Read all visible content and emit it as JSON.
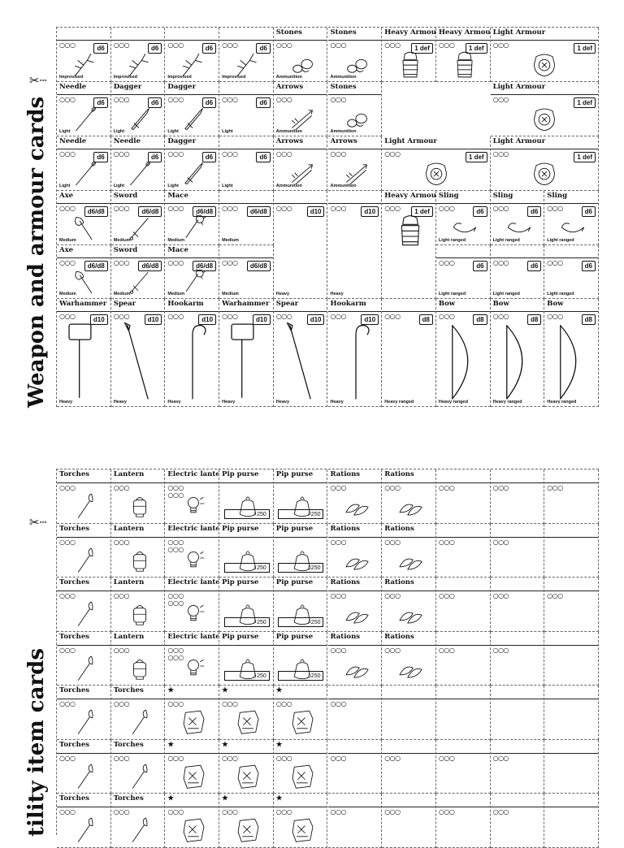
{
  "sections": {
    "weapons_title": "Weapon and armour cards",
    "items_title": "tility item cards"
  },
  "cut_icon": "scissors-icon",
  "weapon_cards": [
    {
      "id": "w0",
      "name": "",
      "slots": "○○○",
      "badge": "d6",
      "tag": "Improvised",
      "icon": "branch"
    },
    {
      "id": "w1",
      "name": "",
      "slots": "○○○",
      "badge": "d6",
      "tag": "Improvised",
      "icon": "branch"
    },
    {
      "id": "w2",
      "name": "",
      "slots": "○○○",
      "badge": "d6",
      "tag": "Improvised",
      "icon": "branch"
    },
    {
      "id": "w3",
      "name": "",
      "slots": "○○○",
      "badge": "d6",
      "tag": "Improvised",
      "icon": "branch"
    },
    {
      "id": "w4",
      "name": "Stones",
      "slots": "○○○",
      "badge": "",
      "tag": "Ammunition",
      "icon": "stones"
    },
    {
      "id": "w5",
      "name": "Stones",
      "slots": "○○○",
      "badge": "",
      "tag": "Ammunition",
      "icon": "stones"
    },
    {
      "id": "w6",
      "name": "Heavy Armour",
      "slots": "○○○",
      "badge": "1 def",
      "tag": "",
      "icon": "heavy-armour"
    },
    {
      "id": "w7",
      "name": "Heavy Armour",
      "slots": "○○○",
      "badge": "1 def",
      "tag": "",
      "icon": "heavy-armour"
    },
    {
      "id": "w8",
      "name": "Light Armour",
      "slots": "○○○",
      "badge": "1 def",
      "tag": "",
      "icon": "light-armour"
    },
    {
      "id": "w9",
      "name": "Needle",
      "slots": "○○○",
      "badge": "d6",
      "tag": "Light",
      "icon": "needle"
    },
    {
      "id": "w10",
      "name": "Dagger",
      "slots": "○○○",
      "badge": "d6",
      "tag": "Light",
      "icon": "dagger"
    },
    {
      "id": "w11",
      "name": "Dagger",
      "slots": "○○○",
      "badge": "d6",
      "tag": "Light",
      "icon": "dagger"
    },
    {
      "id": "w12",
      "name": "",
      "slots": "○○○",
      "badge": "d6",
      "tag": "Light",
      "icon": ""
    },
    {
      "id": "w13",
      "name": "Arrows",
      "slots": "○○○",
      "badge": "",
      "tag": "Ammunition",
      "icon": "arrows"
    },
    {
      "id": "w14",
      "name": "Stones",
      "slots": "○○○",
      "badge": "",
      "tag": "Ammunition",
      "icon": "stones"
    },
    {
      "id": "w15",
      "name": "Light Armour",
      "slots": "○○○",
      "badge": "1 def",
      "tag": "",
      "icon": "light-armour"
    },
    {
      "id": "w16",
      "name": "Needle",
      "slots": "○○○",
      "badge": "d6",
      "tag": "Light",
      "icon": "needle"
    },
    {
      "id": "w17",
      "name": "Needle",
      "slots": "○○○",
      "badge": "d6",
      "tag": "Light",
      "icon": "needle"
    },
    {
      "id": "w18",
      "name": "Dagger",
      "slots": "○○○",
      "badge": "d6",
      "tag": "Light",
      "icon": "dagger"
    },
    {
      "id": "w19",
      "name": "",
      "slots": "○○○",
      "badge": "d6",
      "tag": "Light",
      "icon": ""
    },
    {
      "id": "w20",
      "name": "Arrows",
      "slots": "○○○",
      "badge": "",
      "tag": "Ammunition",
      "icon": "arrows"
    },
    {
      "id": "w21",
      "name": "Arrows",
      "slots": "○○○",
      "badge": "",
      "tag": "Ammunition",
      "icon": "arrows"
    },
    {
      "id": "w22",
      "name": "Light Armour",
      "slots": "○○○",
      "badge": "1 def",
      "tag": "",
      "icon": "light-armour"
    },
    {
      "id": "w23",
      "name": "Light Armour",
      "slots": "○○○",
      "badge": "1 def",
      "tag": "",
      "icon": "light-armour"
    },
    {
      "id": "w24",
      "name": "Axe",
      "slots": "○○○",
      "badge": "d6/d8",
      "tag": "Medium",
      "icon": "axe"
    },
    {
      "id": "w25",
      "name": "Sword",
      "slots": "○○○",
      "badge": "d6/d8",
      "tag": "Medium",
      "icon": "sword"
    },
    {
      "id": "w26",
      "name": "Mace",
      "slots": "○○○",
      "badge": "d6/d8",
      "tag": "Medium",
      "icon": "mace"
    },
    {
      "id": "w27",
      "name": "",
      "slots": "○○○",
      "badge": "d6/d8",
      "tag": "Medium",
      "icon": ""
    },
    {
      "id": "w28",
      "name": "",
      "slots": "○○○",
      "badge": "d10",
      "tag": "Heavy",
      "icon": ""
    },
    {
      "id": "w29",
      "name": "",
      "slots": "○○○",
      "badge": "d10",
      "tag": "Heavy",
      "icon": ""
    },
    {
      "id": "w30",
      "name": "Heavy Armour",
      "slots": "○○○",
      "badge": "1 def",
      "tag": "",
      "icon": "heavy-armour"
    },
    {
      "id": "w31",
      "name": "Sling",
      "slots": "○○○",
      "badge": "d6",
      "tag": "Light ranged",
      "icon": "sling"
    },
    {
      "id": "w32",
      "name": "Sling",
      "slots": "○○○",
      "badge": "d6",
      "tag": "Light ranged",
      "icon": "sling"
    },
    {
      "id": "w33",
      "name": "Sling",
      "slots": "○○○",
      "badge": "d6",
      "tag": "Light ranged",
      "icon": "sling"
    },
    {
      "id": "w34",
      "name": "Axe",
      "slots": "○○○",
      "badge": "d6/d8",
      "tag": "Medium",
      "icon": "axe"
    },
    {
      "id": "w35",
      "name": "Sword",
      "slots": "○○○",
      "badge": "d6/d8",
      "tag": "Medium",
      "icon": "sword"
    },
    {
      "id": "w36",
      "name": "Mace",
      "slots": "○○○",
      "badge": "d6/d8",
      "tag": "Medium",
      "icon": "mace"
    },
    {
      "id": "w37",
      "name": "",
      "slots": "○○○",
      "badge": "d6/d8",
      "tag": "Medium",
      "icon": ""
    },
    {
      "id": "w38",
      "name": "",
      "slots": "○○○",
      "badge": "d6",
      "tag": "Light ranged",
      "icon": ""
    },
    {
      "id": "w39",
      "name": "",
      "slots": "○○○",
      "badge": "d6",
      "tag": "Light ranged",
      "icon": ""
    },
    {
      "id": "w40",
      "name": "",
      "slots": "○○○",
      "badge": "d6",
      "tag": "Light ranged",
      "icon": ""
    },
    {
      "id": "w41",
      "name": "Warhammer",
      "slots": "○○○",
      "badge": "d10",
      "tag": "Heavy",
      "icon": "warhammer"
    },
    {
      "id": "w42",
      "name": "Spear",
      "slots": "○○○",
      "badge": "d10",
      "tag": "Heavy",
      "icon": "spear"
    },
    {
      "id": "w43",
      "name": "Hookarm",
      "slots": "○○○",
      "badge": "d10",
      "tag": "Heavy",
      "icon": "hookarm"
    },
    {
      "id": "w44",
      "name": "Warhammer",
      "slots": "○○○",
      "badge": "d10",
      "tag": "Heavy",
      "icon": "warhammer"
    },
    {
      "id": "w45",
      "name": "Spear",
      "slots": "○○○",
      "badge": "d10",
      "tag": "Heavy",
      "icon": "spear"
    },
    {
      "id": "w46",
      "name": "Hookarm",
      "slots": "○○○",
      "badge": "d10",
      "tag": "Heavy",
      "icon": "hookarm"
    },
    {
      "id": "w47",
      "name": "",
      "slots": "○○○",
      "badge": "d8",
      "tag": "Heavy ranged",
      "icon": ""
    },
    {
      "id": "w48",
      "name": "Bow",
      "slots": "○○○",
      "badge": "d8",
      "tag": "Heavy ranged",
      "icon": "bow"
    },
    {
      "id": "w49",
      "name": "Bow",
      "slots": "○○○",
      "badge": "d8",
      "tag": "Heavy ranged",
      "icon": "bow"
    },
    {
      "id": "w50",
      "name": "Bow",
      "slots": "○○○",
      "badge": "d8",
      "tag": "Heavy ranged",
      "icon": "bow"
    }
  ],
  "item_cards": [
    {
      "id": "i0",
      "name": "Torches",
      "slots": "○○○",
      "icon": "torch",
      "capacity": ""
    },
    {
      "id": "i1",
      "name": "Lantern",
      "slots": "○○○",
      "icon": "lantern",
      "capacity": ""
    },
    {
      "id": "i2",
      "name": "Electric lantern",
      "slots": "○○○\n○○○",
      "icon": "bulb",
      "capacity": ""
    },
    {
      "id": "i3",
      "name": "Pip purse",
      "slots": "",
      "icon": "purse",
      "capacity": "/ 250"
    },
    {
      "id": "i4",
      "name": "Pip purse",
      "slots": "",
      "icon": "purse",
      "capacity": "/ 250"
    },
    {
      "id": "i5",
      "name": "Rations",
      "slots": "○○○",
      "icon": "rations",
      "capacity": ""
    },
    {
      "id": "i6",
      "name": "Rations",
      "slots": "○○○",
      "icon": "rations",
      "capacity": ""
    },
    {
      "id": "i7",
      "name": "",
      "slots": "○○○",
      "icon": "",
      "capacity": ""
    },
    {
      "id": "i8",
      "name": "",
      "slots": "○○○",
      "icon": "",
      "capacity": ""
    },
    {
      "id": "i9",
      "name": "",
      "slots": "○○○",
      "icon": "",
      "capacity": ""
    },
    {
      "id": "i10",
      "name": "Torches",
      "slots": "○○○",
      "icon": "torch",
      "capacity": ""
    },
    {
      "id": "i11",
      "name": "Lantern",
      "slots": "○○○",
      "icon": "lantern",
      "capacity": ""
    },
    {
      "id": "i12",
      "name": "Electric lantern",
      "slots": "○○○\n○○○",
      "icon": "bulb",
      "capacity": ""
    },
    {
      "id": "i13",
      "name": "Pip purse",
      "slots": "",
      "icon": "purse",
      "capacity": "/ 250"
    },
    {
      "id": "i14",
      "name": "Pip purse",
      "slots": "",
      "icon": "purse",
      "capacity": "/ 250"
    },
    {
      "id": "i15",
      "name": "Rations",
      "slots": "○○○",
      "icon": "rations",
      "capacity": ""
    },
    {
      "id": "i16",
      "name": "Rations",
      "slots": "○○○",
      "icon": "rations",
      "capacity": ""
    },
    {
      "id": "i17",
      "name": "",
      "slots": "○○○",
      "icon": "",
      "capacity": ""
    },
    {
      "id": "i18",
      "name": "",
      "slots": "○○○",
      "icon": "",
      "capacity": ""
    },
    {
      "id": "i19",
      "name": "",
      "slots": "",
      "icon": "",
      "capacity": ""
    },
    {
      "id": "i20",
      "name": "Torches",
      "slots": "○○○",
      "icon": "torch",
      "capacity": ""
    },
    {
      "id": "i21",
      "name": "Lantern",
      "slots": "○○○",
      "icon": "lantern",
      "capacity": ""
    },
    {
      "id": "i22",
      "name": "Electric lantern",
      "slots": "○○○\n○○○",
      "icon": "bulb",
      "capacity": ""
    },
    {
      "id": "i23",
      "name": "Pip purse",
      "slots": "",
      "icon": "purse",
      "capacity": "/ 250"
    },
    {
      "id": "i24",
      "name": "Pip purse",
      "slots": "",
      "icon": "purse",
      "capacity": "/ 250"
    },
    {
      "id": "i25",
      "name": "Rations",
      "slots": "○○○",
      "icon": "rations",
      "capacity": ""
    },
    {
      "id": "i26",
      "name": "Rations",
      "slots": "○○○",
      "icon": "rations",
      "capacity": ""
    },
    {
      "id": "i27",
      "name": "",
      "slots": "○○○",
      "icon": "",
      "capacity": ""
    },
    {
      "id": "i28",
      "name": "",
      "slots": "○○○",
      "icon": "",
      "capacity": ""
    },
    {
      "id": "i29",
      "name": "",
      "slots": "○○○",
      "icon": "",
      "capacity": ""
    },
    {
      "id": "i30",
      "name": "Torches",
      "slots": "○○○",
      "icon": "torch",
      "capacity": ""
    },
    {
      "id": "i31",
      "name": "Lantern",
      "slots": "○○○",
      "icon": "lantern",
      "capacity": ""
    },
    {
      "id": "i32",
      "name": "Electric lantern",
      "slots": "○○○\n○○○",
      "icon": "bulb",
      "capacity": ""
    },
    {
      "id": "i33",
      "name": "Pip purse",
      "slots": "",
      "icon": "purse",
      "capacity": "/ 250"
    },
    {
      "id": "i34",
      "name": "Pip purse",
      "slots": "",
      "icon": "purse",
      "capacity": "/ 250"
    },
    {
      "id": "i35",
      "name": "Rations",
      "slots": "○○○",
      "icon": "rations",
      "capacity": ""
    },
    {
      "id": "i36",
      "name": "Rations",
      "slots": "○○○",
      "icon": "rations",
      "capacity": ""
    },
    {
      "id": "i37",
      "name": "",
      "slots": "○○○",
      "icon": "",
      "capacity": ""
    },
    {
      "id": "i38",
      "name": "",
      "slots": "○○○",
      "icon": "",
      "capacity": ""
    },
    {
      "id": "i39",
      "name": "",
      "slots": "",
      "icon": "",
      "capacity": ""
    },
    {
      "id": "i40",
      "name": "Torches",
      "slots": "○○○",
      "icon": "torch",
      "capacity": ""
    },
    {
      "id": "i41",
      "name": "Torches",
      "slots": "○○○",
      "icon": "torch",
      "capacity": ""
    },
    {
      "id": "i42",
      "name": "★",
      "slots": "○○○",
      "icon": "stone-tablet",
      "capacity": ""
    },
    {
      "id": "i43",
      "name": "★",
      "slots": "○○○",
      "icon": "stone-tablet",
      "capacity": ""
    },
    {
      "id": "i44",
      "name": "★",
      "slots": "○○○",
      "icon": "stone-tablet",
      "capacity": ""
    },
    {
      "id": "i45",
      "name": "",
      "slots": "○○○",
      "icon": "",
      "capacity": ""
    },
    {
      "id": "i46",
      "name": "",
      "slots": "",
      "icon": "",
      "capacity": ""
    },
    {
      "id": "i47",
      "name": "",
      "slots": "",
      "icon": "",
      "capacity": ""
    },
    {
      "id": "i48",
      "name": "",
      "slots": "",
      "icon": "",
      "capacity": ""
    },
    {
      "id": "i49",
      "name": "",
      "slots": "",
      "icon": "",
      "capacity": ""
    },
    {
      "id": "i50",
      "name": "Torches",
      "slots": "○○○",
      "icon": "torch",
      "capacity": ""
    },
    {
      "id": "i51",
      "name": "Torches",
      "slots": "○○○",
      "icon": "torch",
      "capacity": ""
    },
    {
      "id": "i52",
      "name": "★",
      "slots": "○○○",
      "icon": "stone-tablet",
      "capacity": ""
    },
    {
      "id": "i53",
      "name": "★",
      "slots": "○○○",
      "icon": "stone-tablet",
      "capacity": ""
    },
    {
      "id": "i54",
      "name": "★",
      "slots": "○○○",
      "icon": "stone-tablet",
      "capacity": ""
    },
    {
      "id": "i55",
      "name": "",
      "slots": "○○○",
      "icon": "",
      "capacity": ""
    },
    {
      "id": "i56",
      "name": "",
      "slots": "○○○",
      "icon": "",
      "capacity": ""
    },
    {
      "id": "i57",
      "name": "",
      "slots": "○○○",
      "icon": "",
      "capacity": ""
    },
    {
      "id": "i58",
      "name": "",
      "slots": "○○○",
      "icon": "",
      "capacity": ""
    },
    {
      "id": "i59",
      "name": "",
      "slots": "",
      "icon": "",
      "capacity": ""
    },
    {
      "id": "i60",
      "name": "Torches",
      "slots": "○○○",
      "icon": "torch",
      "capacity": ""
    },
    {
      "id": "i61",
      "name": "Torches",
      "slots": "○○○",
      "icon": "torch",
      "capacity": ""
    },
    {
      "id": "i62",
      "name": "★",
      "slots": "○○○",
      "icon": "stone-tablet",
      "capacity": ""
    },
    {
      "id": "i63",
      "name": "★",
      "slots": "○○○",
      "icon": "stone-tablet",
      "capacity": ""
    },
    {
      "id": "i64",
      "name": "★",
      "slots": "○○○",
      "icon": "stone-tablet",
      "capacity": ""
    },
    {
      "id": "i65",
      "name": "",
      "slots": "○○○",
      "icon": "",
      "capacity": ""
    },
    {
      "id": "i66",
      "name": "",
      "slots": "○○○",
      "icon": "",
      "capacity": ""
    },
    {
      "id": "i67",
      "name": "",
      "slots": "○○○",
      "icon": "",
      "capacity": ""
    },
    {
      "id": "i68",
      "name": "",
      "slots": "○○○",
      "icon": "",
      "capacity": ""
    },
    {
      "id": "i69",
      "name": "",
      "slots": "",
      "icon": "",
      "capacity": ""
    }
  ]
}
